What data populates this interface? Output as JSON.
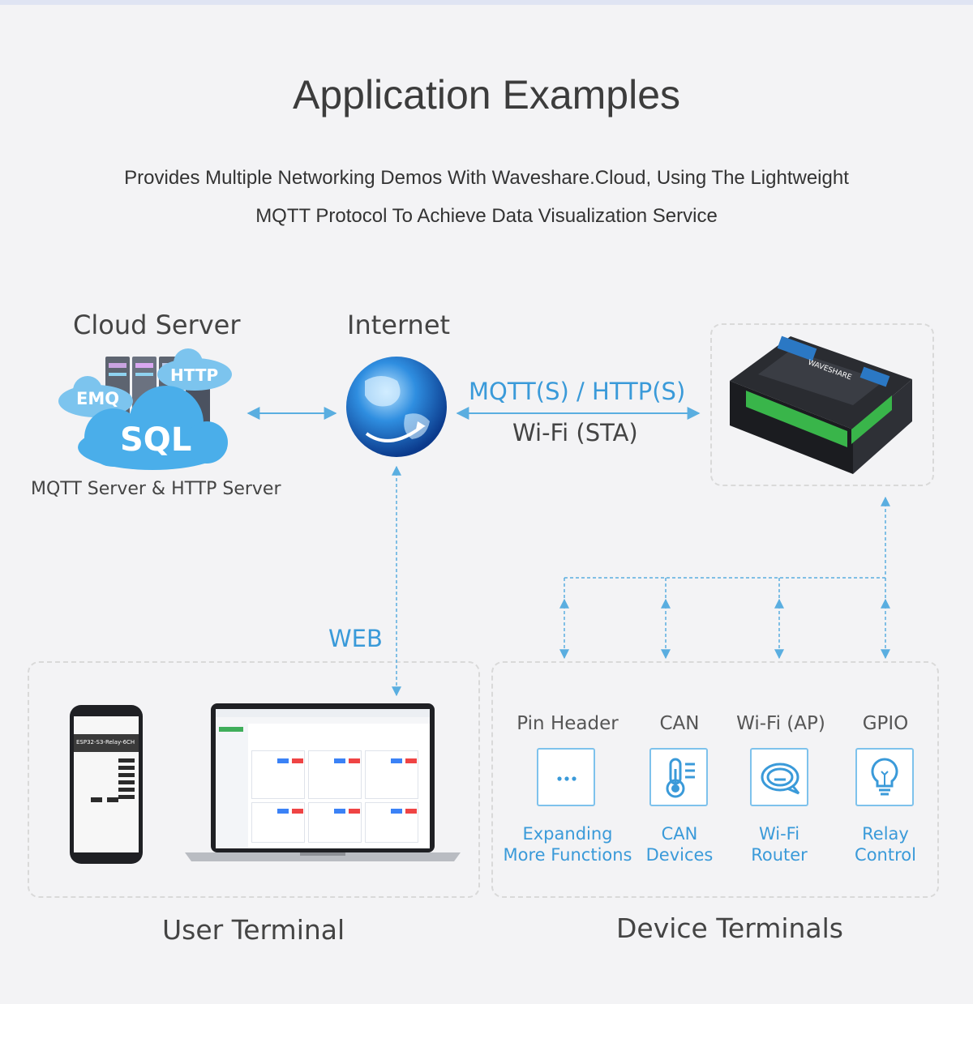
{
  "header": {
    "title": "Application Examples",
    "subtitle_line1": "Provides Multiple Networking Demos With Waveshare.Cloud, Using The Lightweight",
    "subtitle_line2": "MQTT Protocol To Achieve Data Visualization Service"
  },
  "cloud_server": {
    "title": "Cloud Server",
    "caption": "MQTT Server & HTTP Server",
    "badges": [
      "EMQ",
      "HTTP",
      "SQL"
    ]
  },
  "internet": {
    "title": "Internet"
  },
  "link_device": {
    "protocol": "MQTT(S) / HTTP(S)",
    "mode": "Wi-Fi (STA)"
  },
  "web_link": {
    "label": "WEB"
  },
  "device_screen": {
    "brand": "WAVESHARE"
  },
  "phone_screen": {
    "header": "ESP32-S3-Relay-6CH"
  },
  "user_terminal": {
    "label": "User Terminal"
  },
  "device_terminals": {
    "label": "Device Terminals",
    "items": [
      {
        "title": "Pin Header",
        "sub1": "Expanding",
        "sub2": "More Functions",
        "icon": "dots-icon"
      },
      {
        "title": "CAN",
        "sub1": "CAN",
        "sub2": "Devices",
        "icon": "thermometer-icon"
      },
      {
        "title": "Wi-Fi (AP)",
        "sub1": "Wi-Fi",
        "sub2": "Router",
        "icon": "chat-bubble-icon"
      },
      {
        "title": "GPIO",
        "sub1": "Relay",
        "sub2": "Control",
        "icon": "light-bulb-icon"
      }
    ]
  },
  "colors": {
    "accent": "#3a9ad9",
    "line": "#5aaee0",
    "text": "#444444",
    "panel": "#f3f3f5"
  }
}
